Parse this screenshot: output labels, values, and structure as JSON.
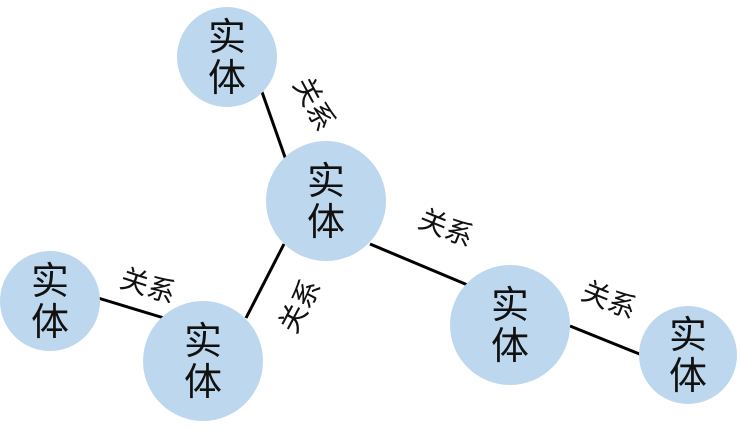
{
  "colors": {
    "node_fill": "#bdd7ee",
    "edge": "#000000",
    "text": "#111111"
  },
  "nodes": [
    {
      "id": "center",
      "label": "实体"
    },
    {
      "id": "top",
      "label": "实体"
    },
    {
      "id": "left-middle",
      "label": "实体"
    },
    {
      "id": "far-left",
      "label": "实体"
    },
    {
      "id": "right-middle",
      "label": "实体"
    },
    {
      "id": "far-right",
      "label": "实体"
    }
  ],
  "edges": [
    {
      "from": "top",
      "to": "center",
      "label": "关系"
    },
    {
      "from": "center",
      "to": "right-middle",
      "label": "关系"
    },
    {
      "from": "center",
      "to": "left-middle",
      "label": "关系"
    },
    {
      "from": "far-left",
      "to": "left-middle",
      "label": "关系"
    },
    {
      "from": "right-middle",
      "to": "far-right",
      "label": "关系"
    }
  ]
}
